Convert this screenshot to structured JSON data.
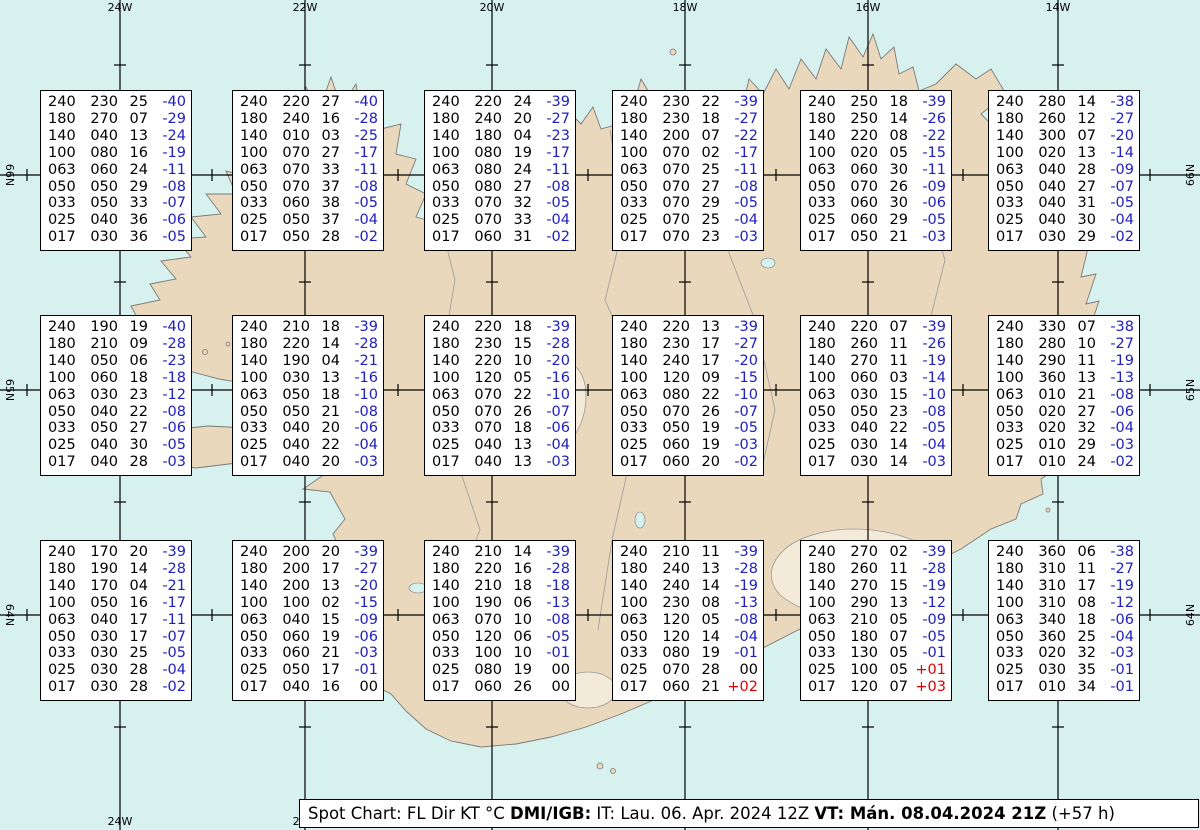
{
  "colors": {
    "sea": "#d7f1ef",
    "land": "#ead8bd",
    "temp_neg": "#2020c0",
    "temp_pos": "#e00000"
  },
  "grid": {
    "meridians": [
      "24W",
      "22W",
      "20W",
      "18W",
      "16W",
      "14W"
    ],
    "parallels": [
      "66N",
      "65N",
      "64N"
    ]
  },
  "columns": [
    "FL",
    "Dir",
    "KT",
    "°C"
  ],
  "boxes": [
    {
      "rows": [
        "240 230 25 -40",
        "180 270 07 -29",
        "140 040 13 -24",
        "100 080 16 -19",
        "063 060 24 -11",
        "050 050 29 -08",
        "033 050 33 -07",
        "025 040 36 -06",
        "017 030 36 -05"
      ]
    },
    {
      "rows": [
        "240 220 27 -40",
        "180 240 16 -28",
        "140 010 03 -25",
        "100 070 27 -17",
        "063 070 33 -11",
        "050 070 37 -08",
        "033 060 38 -05",
        "025 050 37 -04",
        "017 050 28 -02"
      ]
    },
    {
      "rows": [
        "240 220 24 -39",
        "180 240 20 -27",
        "140 180 04 -23",
        "100 080 19 -17",
        "063 080 24 -11",
        "050 080 27 -08",
        "033 070 32 -05",
        "025 070 33 -04",
        "017 060 31 -02"
      ]
    },
    {
      "rows": [
        "240 230 22 -39",
        "180 230 18 -27",
        "140 200 07 -22",
        "100 070 02 -17",
        "063 070 25 -11",
        "050 070 27 -08",
        "033 070 29 -05",
        "025 070 25 -04",
        "017 070 23 -03"
      ]
    },
    {
      "rows": [
        "240 250 18 -39",
        "180 250 14 -26",
        "140 220 08 -22",
        "100 020 05 -15",
        "063 060 30 -11",
        "050 070 26 -09",
        "033 060 30 -06",
        "025 060 29 -05",
        "017 050 21 -03"
      ]
    },
    {
      "rows": [
        "240 280 14 -38",
        "180 260 12 -27",
        "140 300 07 -20",
        "100 020 13 -14",
        "063 040 28 -09",
        "050 040 27 -07",
        "033 040 31 -05",
        "025 040 30 -04",
        "017 030 29 -02"
      ]
    },
    {
      "rows": [
        "240 190 19 -40",
        "180 210 09 -28",
        "140 050 06 -23",
        "100 060 18 -18",
        "063 030 23 -12",
        "050 040 22 -08",
        "033 050 27 -06",
        "025 040 30 -05",
        "017 040 28 -03"
      ]
    },
    {
      "rows": [
        "240 210 18 -39",
        "180 220 14 -28",
        "140 190 04 -21",
        "100 030 13 -16",
        "063 050 18 -10",
        "050 050 21 -08",
        "033 040 20 -06",
        "025 040 22 -04",
        "017 040 20 -03"
      ]
    },
    {
      "rows": [
        "240 220 18 -39",
        "180 230 15 -28",
        "140 220 10 -20",
        "100 120 05 -16",
        "063 070 22 -10",
        "050 070 26 -07",
        "033 070 18 -06",
        "025 040 13 -04",
        "017 040 13 -03"
      ]
    },
    {
      "rows": [
        "240 220 13 -39",
        "180 230 17 -27",
        "140 240 17 -20",
        "100 120 09 -15",
        "063 080 22 -10",
        "050 070 26 -07",
        "033 050 19 -05",
        "025 060 19 -03",
        "017 060 20 -02"
      ]
    },
    {
      "rows": [
        "240 220 07 -39",
        "180 260 11 -26",
        "140 270 11 -19",
        "100 060 03 -14",
        "063 030 15 -10",
        "050 050 23 -08",
        "033 040 22 -05",
        "025 030 14 -04",
        "017 030 14 -03"
      ]
    },
    {
      "rows": [
        "240 330 07 -38",
        "180 280 10 -27",
        "140 290 11 -19",
        "100 360 13 -13",
        "063 010 21 -08",
        "050 020 27 -06",
        "033 020 32 -04",
        "025 010 29 -03",
        "017 010 24 -02"
      ]
    },
    {
      "rows": [
        "240 170 20 -39",
        "180 190 14 -28",
        "140 170 04 -21",
        "100 050 16 -17",
        "063 040 17 -11",
        "050 030 17 -07",
        "033 030 25 -05",
        "025 030 28 -04",
        "017 030 28 -02"
      ]
    },
    {
      "rows": [
        "240 200 20 -39",
        "180 200 17 -27",
        "140 200 13 -20",
        "100 100 02 -15",
        "063 040 15 -09",
        "050 060 19 -06",
        "033 060 21 -03",
        "025 050 17 -01",
        "017 040 16 00"
      ]
    },
    {
      "rows": [
        "240 210 14 -39",
        "180 220 16 -28",
        "140 210 18 -18",
        "100 190 06 -13",
        "063 070 10 -08",
        "050 120 06 -05",
        "033 100 10 -01",
        "025 080 19 00",
        "017 060 26 00"
      ]
    },
    {
      "rows": [
        "240 210 11 -39",
        "180 240 13 -28",
        "140 240 14 -19",
        "100 230 08 -13",
        "063 120 05 -08",
        "050 120 14 -04",
        "033 080 19 -01",
        "025 070 28 00",
        "017 060 21 +02"
      ]
    },
    {
      "rows": [
        "240 270 02 -39",
        "180 260 11 -28",
        "140 270 15 -19",
        "100 290 13 -12",
        "063 210 05 -09",
        "050 180 07 -05",
        "033 130 05 -01",
        "025 100 05 +01",
        "017 120 07 +03"
      ]
    },
    {
      "rows": [
        "240 360 06 -38",
        "180 310 11 -27",
        "140 310 17 -19",
        "100 310 08 -12",
        "063 340 18 -06",
        "050 360 25 -04",
        "033 020 32 -03",
        "025 030 35 -01",
        "017 010 34 -01"
      ]
    }
  ],
  "footer": {
    "seg1": "Spot Chart: FL Dir KT °C ",
    "seg2": "DMI/IGB:",
    "seg3": " IT: Lau. 06. Apr. 2024 12Z ",
    "seg4": "VT: Mán. 08.04.2024 21Z",
    "seg5": " (+57 h)"
  }
}
